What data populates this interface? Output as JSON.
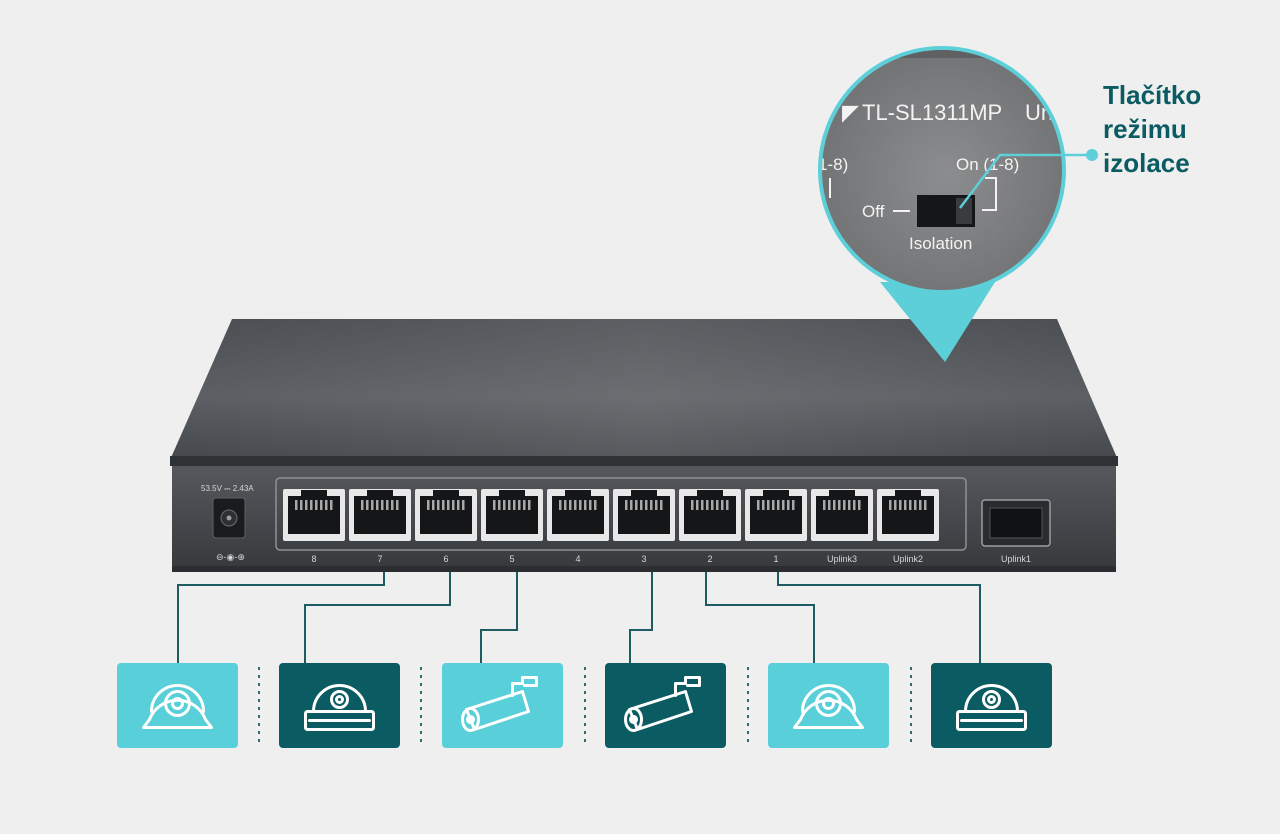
{
  "callout": {
    "lines": [
      "Tlačítko",
      "režimu",
      "izolace"
    ]
  },
  "zoom_label": {
    "model": "TL-SL1311MP",
    "model_suffix": "Un",
    "left_range": "1-8)",
    "on_range": "On (1-8)",
    "off": "Off",
    "isolation": "Isolation"
  },
  "switch": {
    "power_rating": "53.5V ⎓ 2.43A",
    "ports": [
      "8",
      "7",
      "6",
      "5",
      "4",
      "3",
      "2",
      "1"
    ],
    "uplinks": [
      "Uplink3",
      "Uplink2"
    ],
    "sfp": "Uplink1"
  },
  "cameras": [
    {
      "type": "dome-camera-icon",
      "tile": "light"
    },
    {
      "type": "ceiling-dome-camera-icon",
      "tile": "dark"
    },
    {
      "type": "bullet-camera-icon",
      "tile": "light"
    },
    {
      "type": "bullet-camera-icon",
      "tile": "dark"
    },
    {
      "type": "dome-camera-icon",
      "tile": "light"
    },
    {
      "type": "ceiling-dome-camera-icon",
      "tile": "dark"
    }
  ],
  "colors": {
    "teal_light": "#58cfd9",
    "teal_dark": "#0b5b63",
    "line": "#1f5b63",
    "switch_body": "#3f4246"
  }
}
